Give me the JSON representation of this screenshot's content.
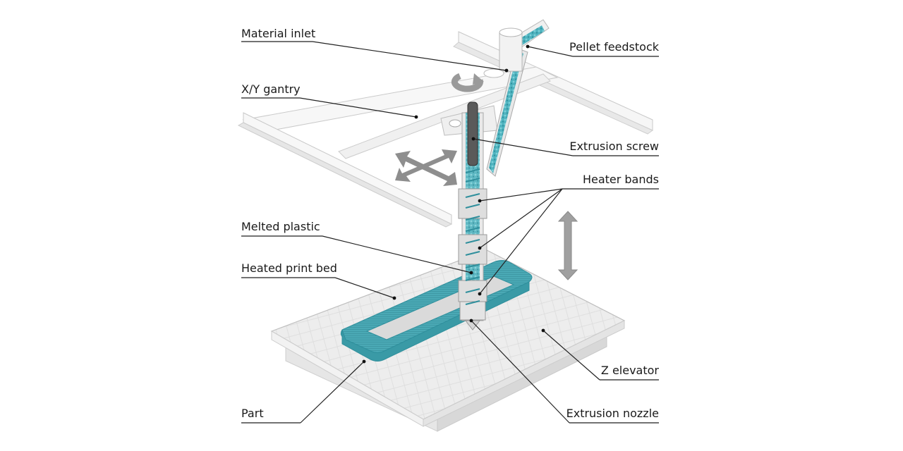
{
  "diagram": {
    "subject": "Pellet-fed screw extrusion 3D printer",
    "colors": {
      "material": "#4fb3bf",
      "material_dark": "#2f8f9c",
      "frame": "#f4f4f4",
      "frame_edge": "#c9c9c9",
      "screw": "#555555",
      "arrow": "#8a8a8a",
      "bed": "#ececec"
    },
    "labels": {
      "material_inlet": "Material inlet",
      "xy_gantry": "X/Y gantry",
      "melted_plastic": "Melted plastic",
      "heated_print_bed": "Heated print bed",
      "part": "Part",
      "pellet_feedstock": "Pellet feedstock",
      "extrusion_screw": "Extrusion screw",
      "heater_bands": "Heater bands",
      "z_elevator": "Z elevator",
      "extrusion_nozzle": "Extrusion nozzle"
    },
    "icons": {
      "xy_motion": "four-way-arrow-icon",
      "z_motion": "vertical-double-arrow-icon",
      "rotation": "rotation-arrow-icon"
    }
  }
}
